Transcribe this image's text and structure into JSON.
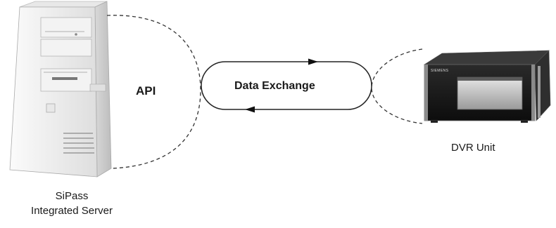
{
  "diagram": {
    "server": {
      "label_line1": "SiPass",
      "label_line2": "Integrated Server"
    },
    "interface": {
      "label": "API"
    },
    "exchange": {
      "label": "Data Exchange"
    },
    "dvr": {
      "label": "DVR Unit",
      "brand": "SIEMENS"
    }
  },
  "colors": {
    "line": "#333333",
    "tower_light": "#efefef",
    "tower_shadow": "#c9c9c9",
    "dvr_body": "#1c1c1c",
    "dvr_frame": "#8a8a8a"
  }
}
